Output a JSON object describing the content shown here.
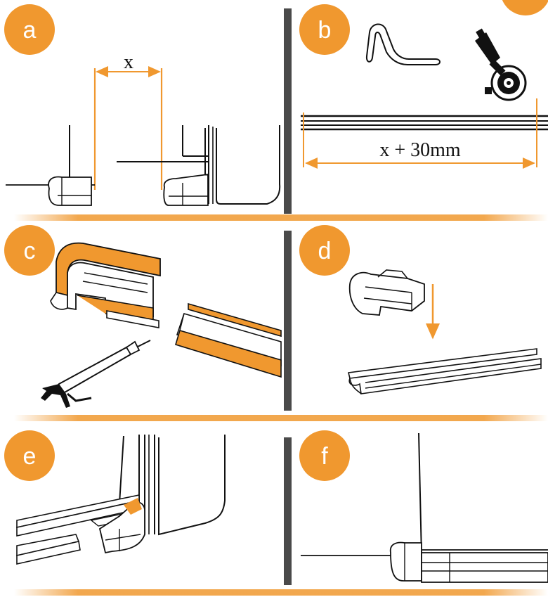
{
  "steps": [
    {
      "id": "a",
      "label": "a"
    },
    {
      "id": "b",
      "label": "b"
    },
    {
      "id": "c",
      "label": "c"
    },
    {
      "id": "d",
      "label": "d"
    },
    {
      "id": "e",
      "label": "e"
    },
    {
      "id": "f",
      "label": "f"
    }
  ],
  "dimensions": {
    "gap_label": "x",
    "cut_length_label": "x + 30mm"
  },
  "colors": {
    "accent": "#f0982f",
    "line": "#111111",
    "divider": "#4a4a4a"
  },
  "icons": [
    "hook-profile-icon",
    "angle-grinder-icon",
    "caulking-gun-icon",
    "down-arrow-icon"
  ]
}
